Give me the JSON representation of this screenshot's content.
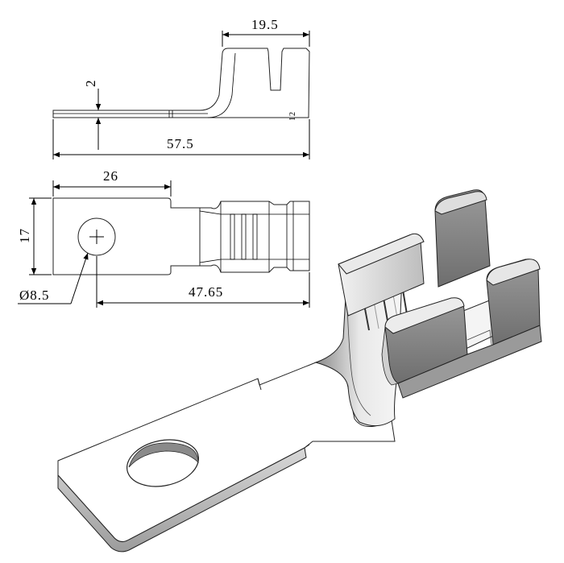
{
  "drawing": {
    "side_view": {
      "dim_top_width": "19.5",
      "dim_thickness": "2",
      "dim_overall_length": "57.5"
    },
    "top_view": {
      "dim_pad_length": "26",
      "dim_pad_width": "17",
      "dim_hole": "Ø8.5",
      "dim_hole_to_end": "47.65"
    }
  },
  "colors": {
    "line": "#000000",
    "metal_light": "#f4f4f4",
    "metal_mid": "#c8c8c8",
    "metal_dark": "#7a7a7a",
    "metal_face": "#8c8c8c"
  }
}
